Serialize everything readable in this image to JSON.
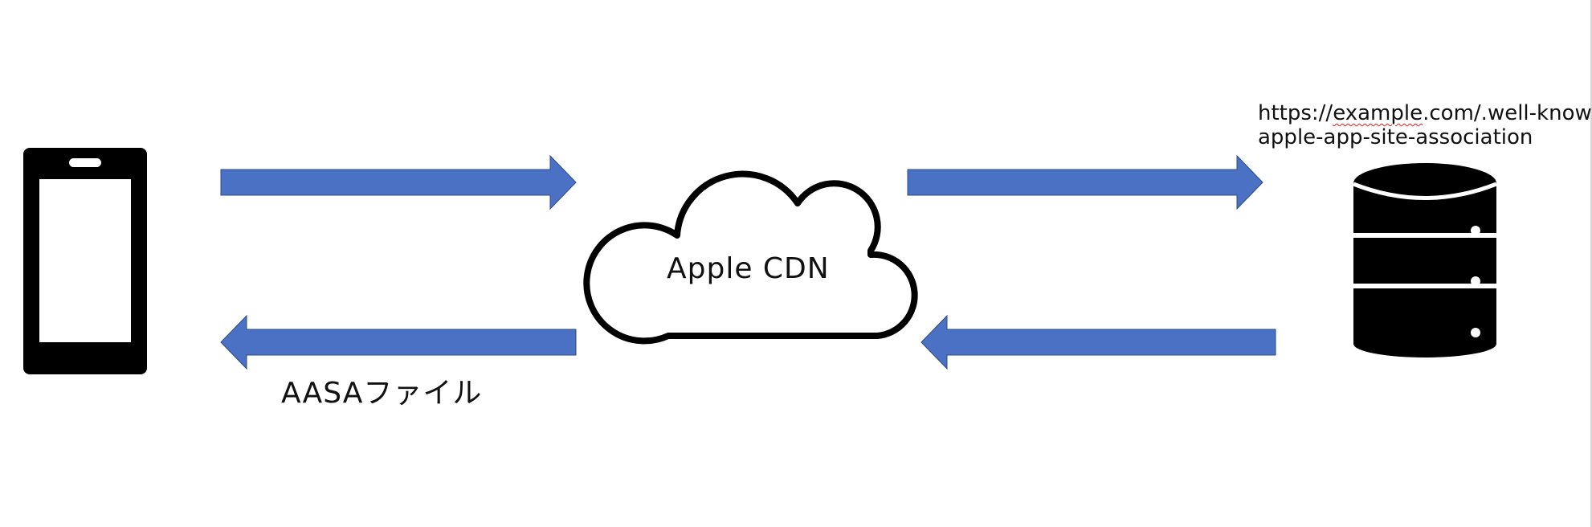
{
  "nodes": {
    "phone": {
      "icon": "smartphone-icon"
    },
    "cdn": {
      "icon": "cloud-icon",
      "label": "Apple CDN"
    },
    "server": {
      "icon": "database-icon"
    }
  },
  "url": {
    "prefix": "https://",
    "domain": "example",
    "suffix": ".com/.well-known/",
    "line2": "apple-app-site-association"
  },
  "aasa_file_label": "AASAファイル",
  "colors": {
    "arrow_fill": "#4A71C4",
    "arrow_stroke": "#2F4A86",
    "icon": "#000000"
  }
}
